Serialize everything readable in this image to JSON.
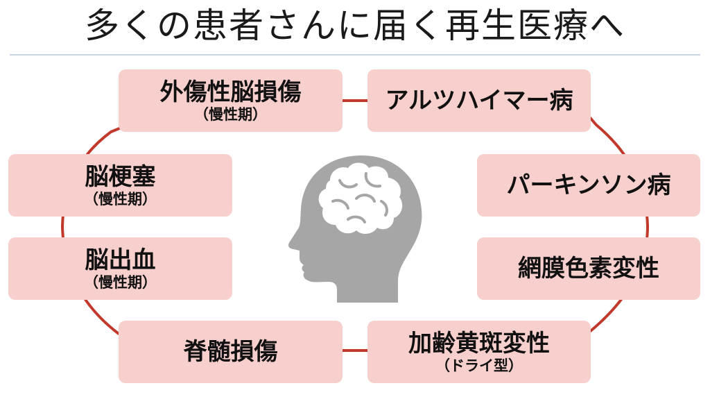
{
  "title": "多くの患者さんに届く再生医療へ",
  "diseases": [
    {
      "main": "外傷性脳損傷",
      "sub": "（慢性期）"
    },
    {
      "main": "アルツハイマー病",
      "sub": ""
    },
    {
      "main": "脳梗塞",
      "sub": "（慢性期）"
    },
    {
      "main": "パーキンソン病",
      "sub": ""
    },
    {
      "main": "脳出血",
      "sub": "（慢性期）"
    },
    {
      "main": "網膜色素変性",
      "sub": ""
    },
    {
      "main": "脊髄損傷",
      "sub": ""
    },
    {
      "main": "加齢黄斑変性",
      "sub": "（ドライ型）"
    }
  ],
  "colors": {
    "box_fill": "#f7cfcd",
    "connector": "#c0392b",
    "head": "#a6a6a6",
    "title_rule": "#c9d4e3"
  },
  "center_icon": "head-brain-icon"
}
